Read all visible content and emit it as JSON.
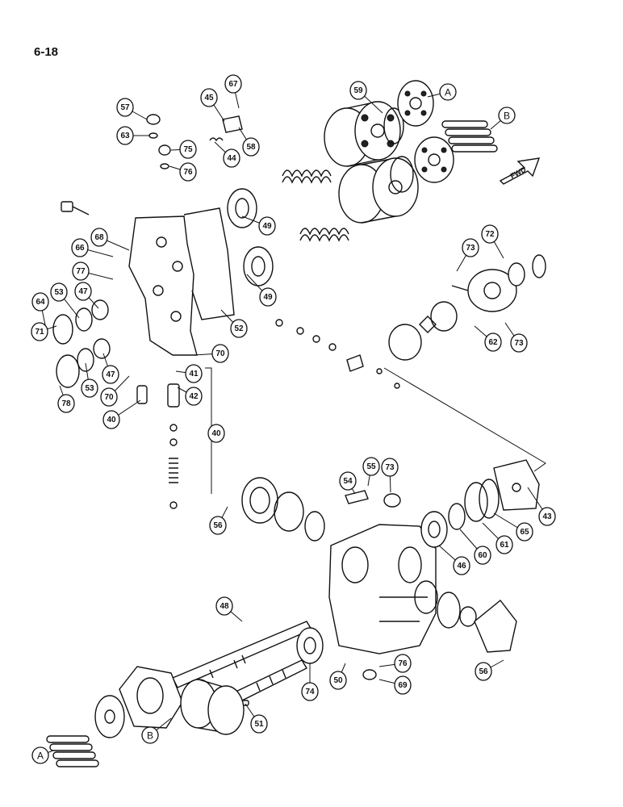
{
  "page_number": "6-18",
  "direction_label": "FWD",
  "callouts": [
    "57",
    "63",
    "75",
    "76",
    "45",
    "67",
    "58",
    "44",
    "59",
    "49",
    "66",
    "68",
    "77",
    "53",
    "47",
    "64",
    "71",
    "78",
    "40",
    "70",
    "41",
    "42",
    "52",
    "72",
    "73",
    "62",
    "54",
    "55",
    "56",
    "43",
    "65",
    "61",
    "60",
    "46",
    "48",
    "50",
    "69",
    "74",
    "51"
  ],
  "reference_labels": [
    "A",
    "B"
  ]
}
